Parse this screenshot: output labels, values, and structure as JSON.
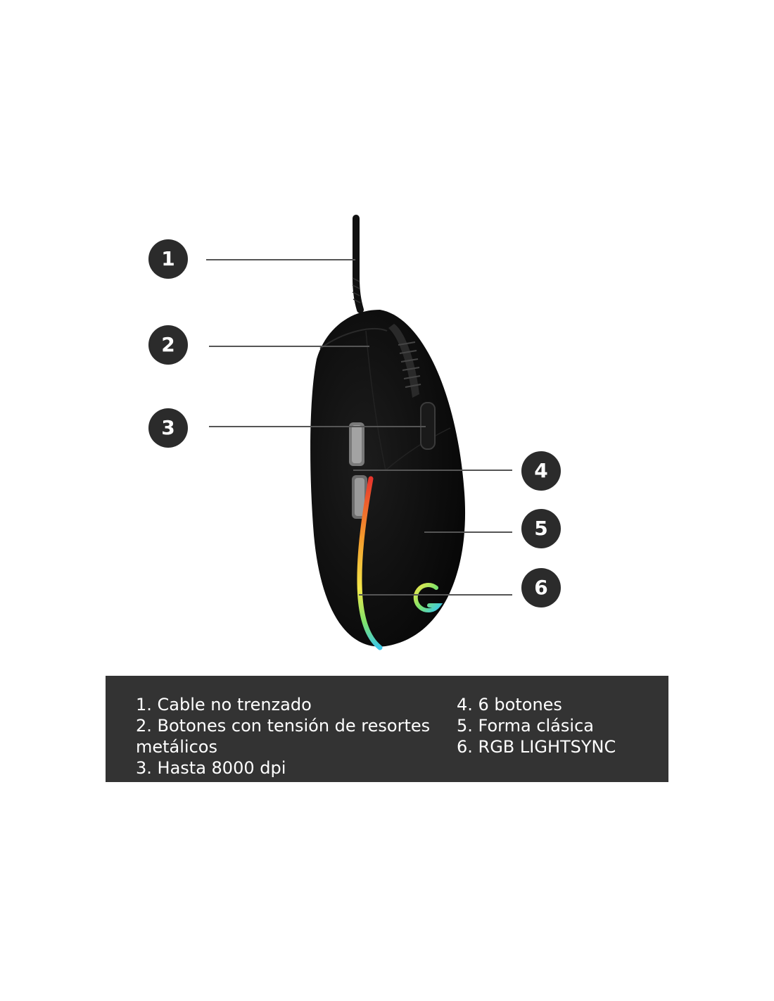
{
  "callouts": [
    "1",
    "2",
    "3",
    "4",
    "5",
    "6"
  ],
  "legend": {
    "left": [
      "1. Cable no trenzado",
      "2. Botones con tensión de resortes",
      "metálicos",
      "3. Hasta 8000 dpi"
    ],
    "right": [
      "4. 6 botones",
      "5. Forma clásica",
      "6. RGB LIGHTSYNC"
    ]
  },
  "colors": {
    "badge": "#2b2b2b",
    "legend_background": "#333333",
    "mouse_body": "#0b0b0b",
    "rgb_strip": [
      "#3cc8e8",
      "#7ee36a",
      "#f5e84a",
      "#f49a2c",
      "#e8352c"
    ]
  },
  "icons": [
    "logitech-g-logo",
    "mouse-illustration"
  ]
}
